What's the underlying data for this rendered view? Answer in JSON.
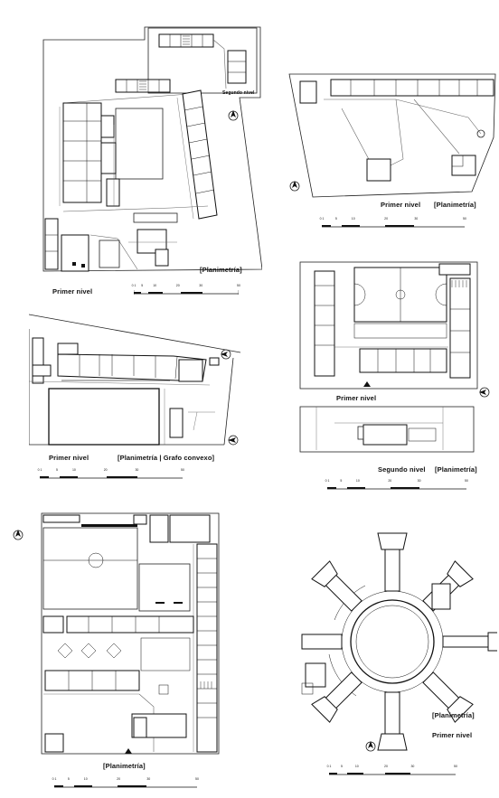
{
  "plans": [
    {
      "id": "p1",
      "labels": [
        "Segundo nivel",
        "[Planimetría]",
        "Primer nivel"
      ],
      "scale": [
        "0 1",
        "5",
        "10",
        "20",
        "30",
        "50"
      ]
    },
    {
      "id": "p2",
      "labels": [
        "Primer nivel",
        "[Planimetría]"
      ],
      "scale": [
        "0 1",
        "5",
        "10",
        "20",
        "30",
        "50"
      ]
    },
    {
      "id": "p3",
      "labels": [
        "Primer nivel",
        "[Planimetría | Grafo convexo]"
      ],
      "scale": [
        "0 1",
        "5",
        "10",
        "20",
        "30",
        "50"
      ]
    },
    {
      "id": "p4",
      "labels": [
        "Primer nivel",
        "Segundo nivel",
        "[Planimetría]"
      ],
      "scale": [
        "0 1",
        "5",
        "10",
        "20",
        "30",
        "50"
      ]
    },
    {
      "id": "p5",
      "labels": [
        "[Planimetría]"
      ],
      "scale": [
        "0 1",
        "5",
        "10",
        "20",
        "30",
        "50"
      ]
    },
    {
      "id": "p6",
      "labels": [
        "[Planimetría]",
        "Primer nivel"
      ],
      "scale": [
        "0 1",
        "5",
        "10",
        "20",
        "30",
        "50"
      ]
    }
  ]
}
